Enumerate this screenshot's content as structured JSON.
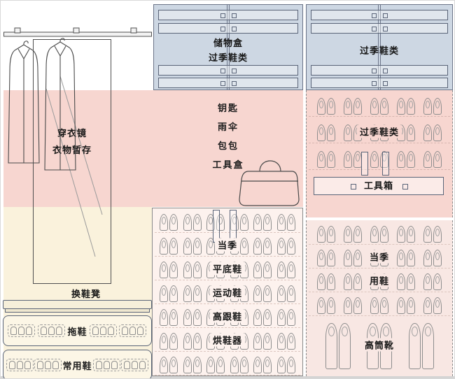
{
  "colors": {
    "cabinet_blue": "#cdd7e3",
    "entry_pink": "#f7d6d0",
    "bench_cream": "#faf2dc",
    "shoe_zone_light": "#fdf2ee",
    "shoe_zone_right_light": "#f8e7e3",
    "line": "#555555"
  },
  "mirror": {
    "line1": "穿衣镜",
    "line2": "衣物暂存"
  },
  "top_middle_cabinet": {
    "line1": "储物盒",
    "line2": "过季鞋类"
  },
  "top_right_cabinet": {
    "label": "过季鞋类"
  },
  "entry_shelf": {
    "items": [
      "钥匙",
      "雨伞",
      "包包",
      "工具盒"
    ]
  },
  "right_cabinet": {
    "offseason": "过季鞋类",
    "toolbox": "工具箱"
  },
  "bench": {
    "label": "换鞋凳",
    "drawers": [
      "拖鞋",
      "常用鞋"
    ]
  },
  "bottom_middle_cabinet": {
    "rows": [
      "当季",
      "平底鞋",
      "运动鞋",
      "高跟鞋",
      "烘鞋器"
    ]
  },
  "bottom_right_cabinet": {
    "row1": "当季",
    "row2": "用鞋",
    "boots": "高筒靴"
  }
}
